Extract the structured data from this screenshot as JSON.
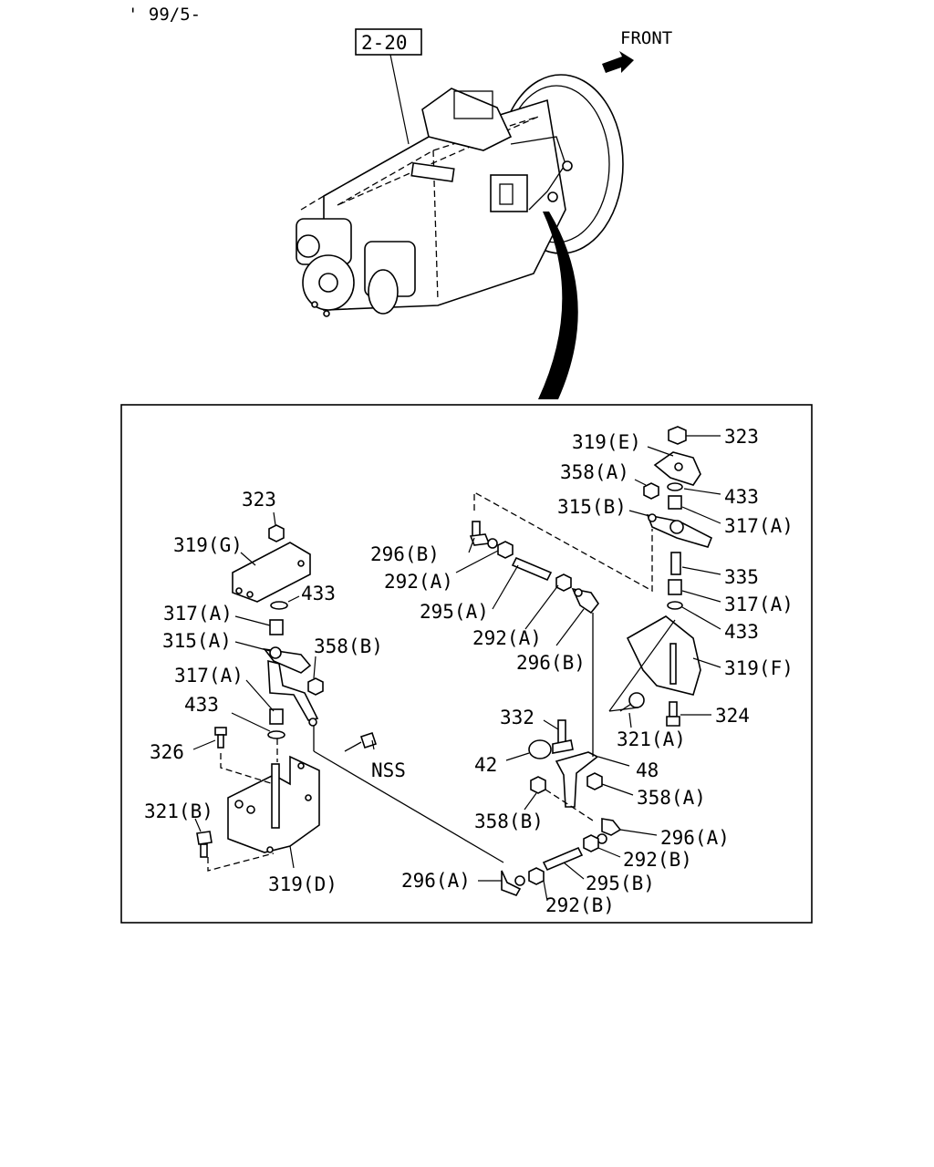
{
  "header": {
    "date_code": "' 99/5-",
    "ref_box": "2-20",
    "front_label": "FRONT"
  },
  "labels": {
    "l323_top": "323",
    "l319e": "319(E)",
    "l358a_top": "358(A)",
    "l433_r1": "433",
    "l315b": "315(B)",
    "l317a_r1": "317(A)",
    "l335": "335",
    "l317a_r2": "317(A)",
    "l433_r2": "433",
    "l319f": "319(F)",
    "l324": "324",
    "l321a": "321(A)",
    "l296b_top": "296(B)",
    "l292a_top": "292(A)",
    "l295a": "295(A)",
    "l292a_mid": "292(A)",
    "l296b_mid": "296(B)",
    "l332": "332",
    "l42": "42",
    "l48": "48",
    "l358a_mid": "358(A)",
    "l358b_low": "358(B)",
    "l296a_r": "296(A)",
    "l292b_r": "292(B)",
    "l295b": "295(B)",
    "l292b_low": "292(B)",
    "l296a_low": "296(A)",
    "l323_left": "323",
    "l319g": "319(G)",
    "l433_l1": "433",
    "l317a_l1": "317(A)",
    "l315a": "315(A)",
    "l358b_left": "358(B)",
    "l317a_l2": "317(A)",
    "l433_l2": "433",
    "l326": "326",
    "lnss": "NSS",
    "l321b": "321(B)",
    "l319d": "319(D)"
  }
}
